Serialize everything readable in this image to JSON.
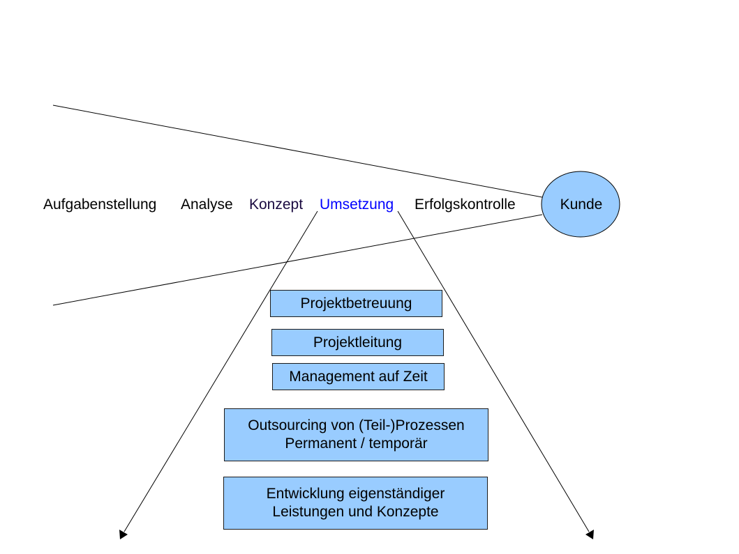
{
  "phases": [
    {
      "label": "Aufgabenstellung",
      "color": "#000000"
    },
    {
      "label": "Analyse",
      "color": "#000000"
    },
    {
      "label": "Konzept",
      "color": "#1a0a40"
    },
    {
      "label": "Umsetzung",
      "color": "#0000ff"
    },
    {
      "label": "Erfolgskontrolle",
      "color": "#000000"
    }
  ],
  "customer": {
    "label": "Kunde",
    "fill": "#99ccff"
  },
  "boxes": [
    {
      "line1": "Projektbetreuung"
    },
    {
      "line1": "Projektleitung"
    },
    {
      "line1": "Management auf Zeit"
    },
    {
      "line1": "Outsourcing von (Teil-)Prozessen",
      "line2": "Permanent / temporär"
    },
    {
      "line1": "Entwicklung eigenständiger",
      "line2": "Leistungen und Konzepte"
    }
  ],
  "colors": {
    "box_fill": "#99ccff",
    "line": "#000000"
  }
}
